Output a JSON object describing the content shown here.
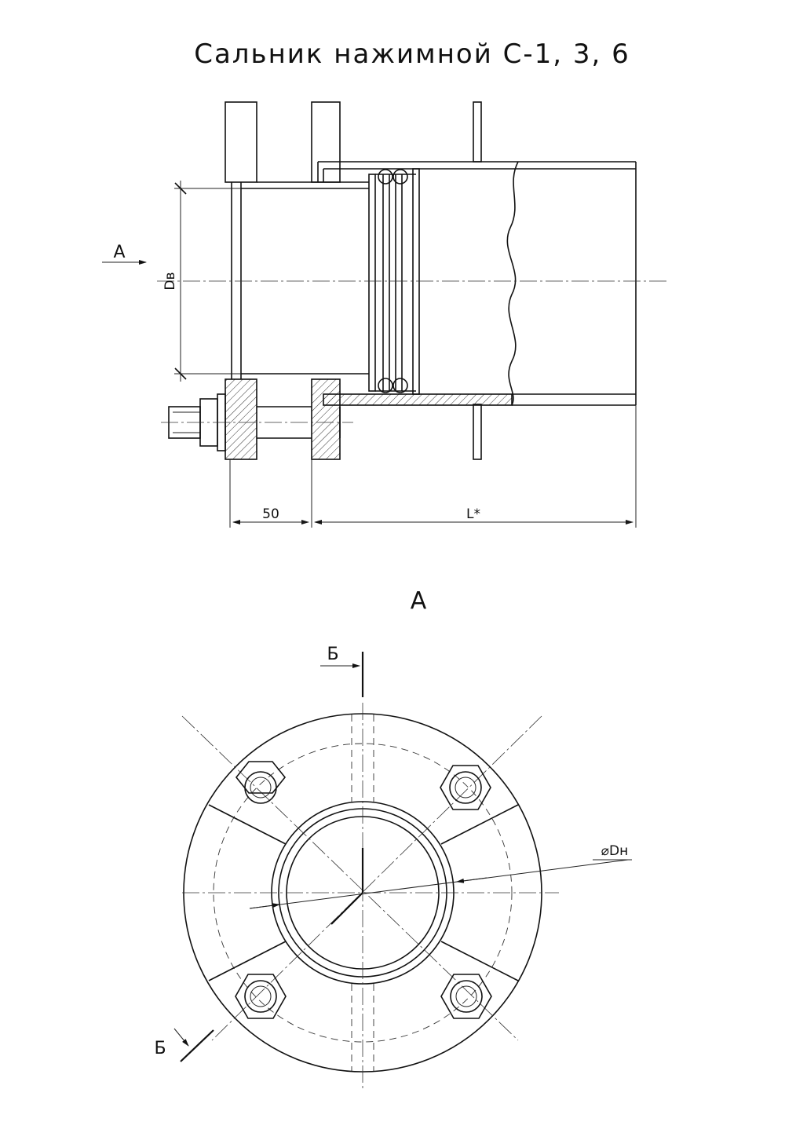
{
  "title": "Сальник нажимной С-1, 3, 6",
  "view_arrow_label": "А",
  "view_title": "А",
  "dimensions": {
    "db": "Dв",
    "width": "50",
    "length": "L*",
    "outer_diameter": "⌀Dн"
  },
  "section_label_top": "Б",
  "section_label_bottom": "Б"
}
